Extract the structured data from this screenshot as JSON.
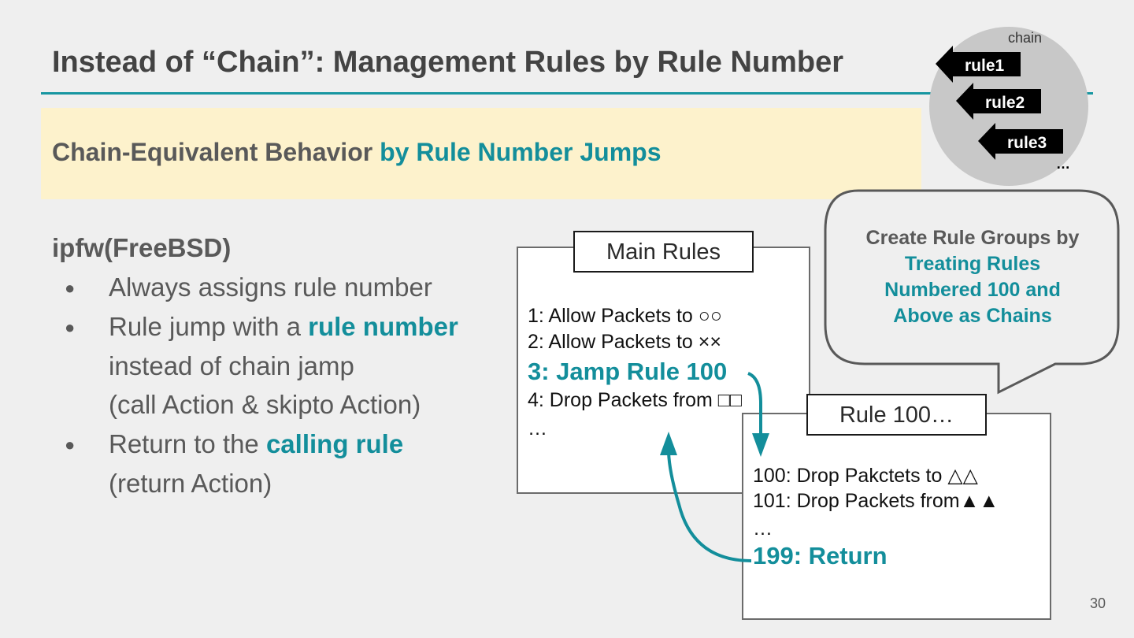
{
  "slide": {
    "title": "Instead of “Chain”: Management Rules by Rule Number",
    "page_number": "30",
    "accent_color": "#138e9b",
    "banner": {
      "text_plain": "Chain-Equivalent Behavior ",
      "text_highlight": "by Rule Number Jumps"
    }
  },
  "chain_illustration": {
    "label": "chain",
    "items": [
      "rule1",
      "rule2",
      "rule3"
    ],
    "more": "…"
  },
  "ipfw": {
    "heading": "ipfw(FreeBSD)",
    "bullets": [
      {
        "text": "Always assigns rule number"
      },
      {
        "text_before": "Rule jump with a ",
        "highlight": "rule number",
        "line2": "instead of chain jamp",
        "line3": "(call Action & skipto Action)"
      },
      {
        "text_before": "Return to the ",
        "highlight": "calling rule",
        "line2": "(return Action)"
      }
    ]
  },
  "main_rules": {
    "label": "Main Rules",
    "lines": [
      "1: Allow Packets to ○○",
      "2: Allow Packets to ××"
    ],
    "jump_line": "3: Jamp Rule 100",
    "after_lines": [
      "4: Drop Packets from □□",
      "…"
    ]
  },
  "rule100": {
    "label": "Rule 100…",
    "lines": [
      "100: Drop Pakctets to △△",
      "101: Drop Packets from▲▲",
      "…"
    ],
    "return_line": "199: Return"
  },
  "bubble": {
    "line1": "Create Rule Groups by",
    "highlight": "Treating Rules Numbered 100 and Above as Chains"
  }
}
